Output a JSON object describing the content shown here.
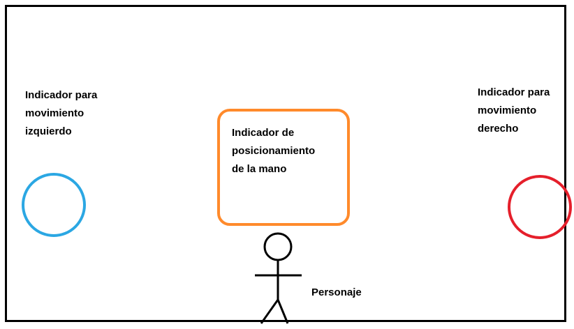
{
  "labels": {
    "left_indicator": "Indicador para\nmovimiento\nizquierdo",
    "right_indicator": "Indicador para\nmovimiento\nderecho",
    "hand_indicator": "Indicador de\nposicionamiento\nde la mano",
    "character": "Personaje"
  },
  "colors": {
    "left_circle": "#2ba7e3",
    "right_circle": "#e51f2b",
    "hand_box": "#ff8a2b",
    "stroke": "#000000"
  },
  "icons": {
    "character_icon": "stick-figure-icon"
  }
}
